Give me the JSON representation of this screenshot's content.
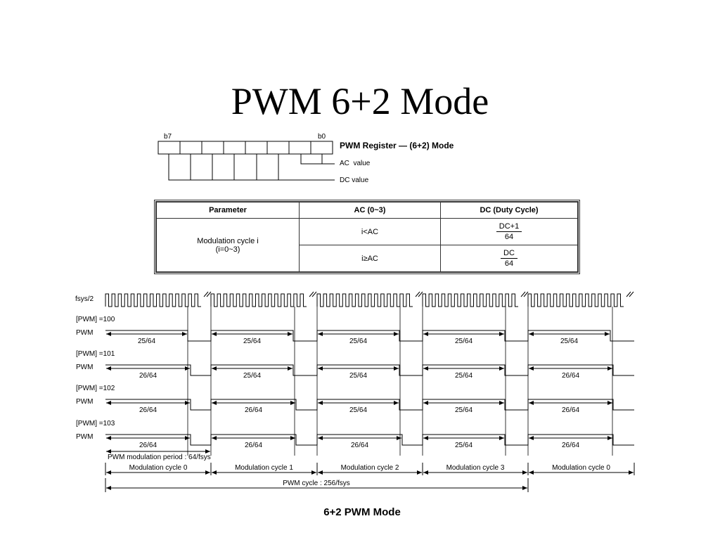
{
  "slide": {
    "title": "PWM 6+2 Mode"
  },
  "register": {
    "msb_label": "b7",
    "lsb_label": "b0",
    "title": "PWM Register — (6+2) Mode",
    "ac_label": "AC  value",
    "dc_label": "DC value"
  },
  "param_table": {
    "headers": [
      "Parameter",
      "AC (0~3)",
      "DC (Duty Cycle)"
    ],
    "param_label_1": "Modulation cycle i",
    "param_label_2": "(i=0~3)",
    "rows": [
      {
        "condition": "i<AC",
        "num": "DC+1",
        "den": "64"
      },
      {
        "condition": "i≥AC",
        "num": "DC",
        "den": "64"
      }
    ]
  },
  "timing": {
    "clock_label": "fsys/2",
    "pwm_label": "PWM",
    "registers": [
      {
        "label": "[PWM] =100",
        "fractions": [
          "25/64",
          "25/64",
          "25/64",
          "25/64",
          "25/64"
        ]
      },
      {
        "label": "[PWM] =101",
        "fractions": [
          "26/64",
          "25/64",
          "25/64",
          "25/64",
          "26/64"
        ]
      },
      {
        "label": "[PWM] =102",
        "fractions": [
          "26/64",
          "26/64",
          "25/64",
          "25/64",
          "26/64"
        ]
      },
      {
        "label": "[PWM] =103",
        "fractions": [
          "26/64",
          "26/64",
          "26/64",
          "25/64",
          "26/64"
        ]
      }
    ],
    "period_label": "PWM modulation period : 64/fsys",
    "cycles": [
      "Modulation cycle 0",
      "Modulation cycle 1",
      "Modulation cycle 2",
      "Modulation cycle 3",
      "Modulation cycle 0"
    ],
    "cycle_total": "PWM cycle : 256/fsys"
  },
  "caption": "6+2 PWM Mode"
}
